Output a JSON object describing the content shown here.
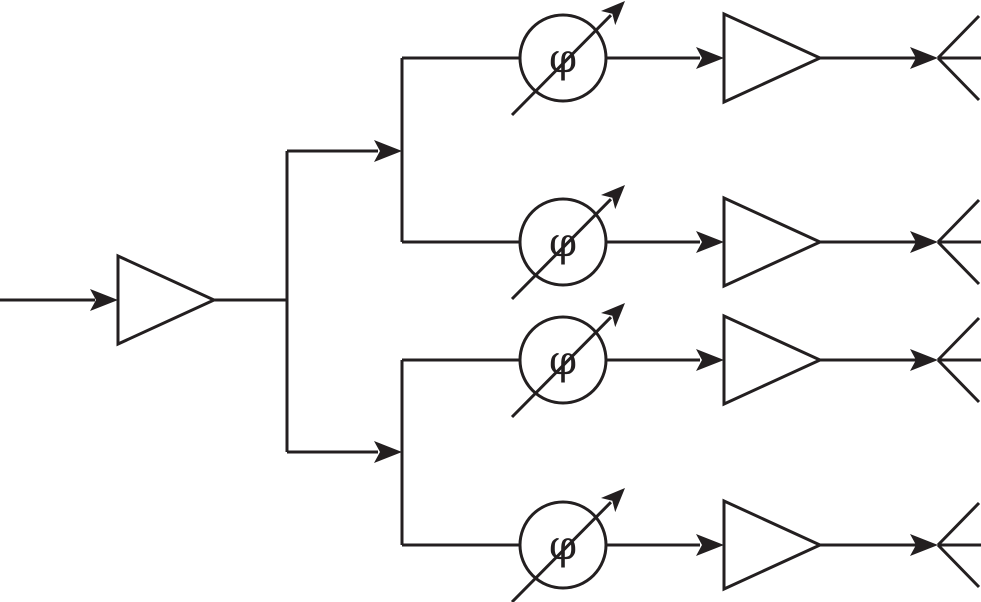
{
  "diagram": {
    "phase_shifter_symbol": "φ",
    "line_color": "#231f20",
    "background": "#ffffff",
    "input_amplifier_icon": "triangle-amplifier",
    "branch_icons": [
      "phase-shifter-circle",
      "triangle-amplifier",
      "antenna"
    ],
    "branches": [
      {
        "phase_label": "φ"
      },
      {
        "phase_label": "φ"
      },
      {
        "phase_label": "φ"
      },
      {
        "phase_label": "φ"
      }
    ]
  }
}
